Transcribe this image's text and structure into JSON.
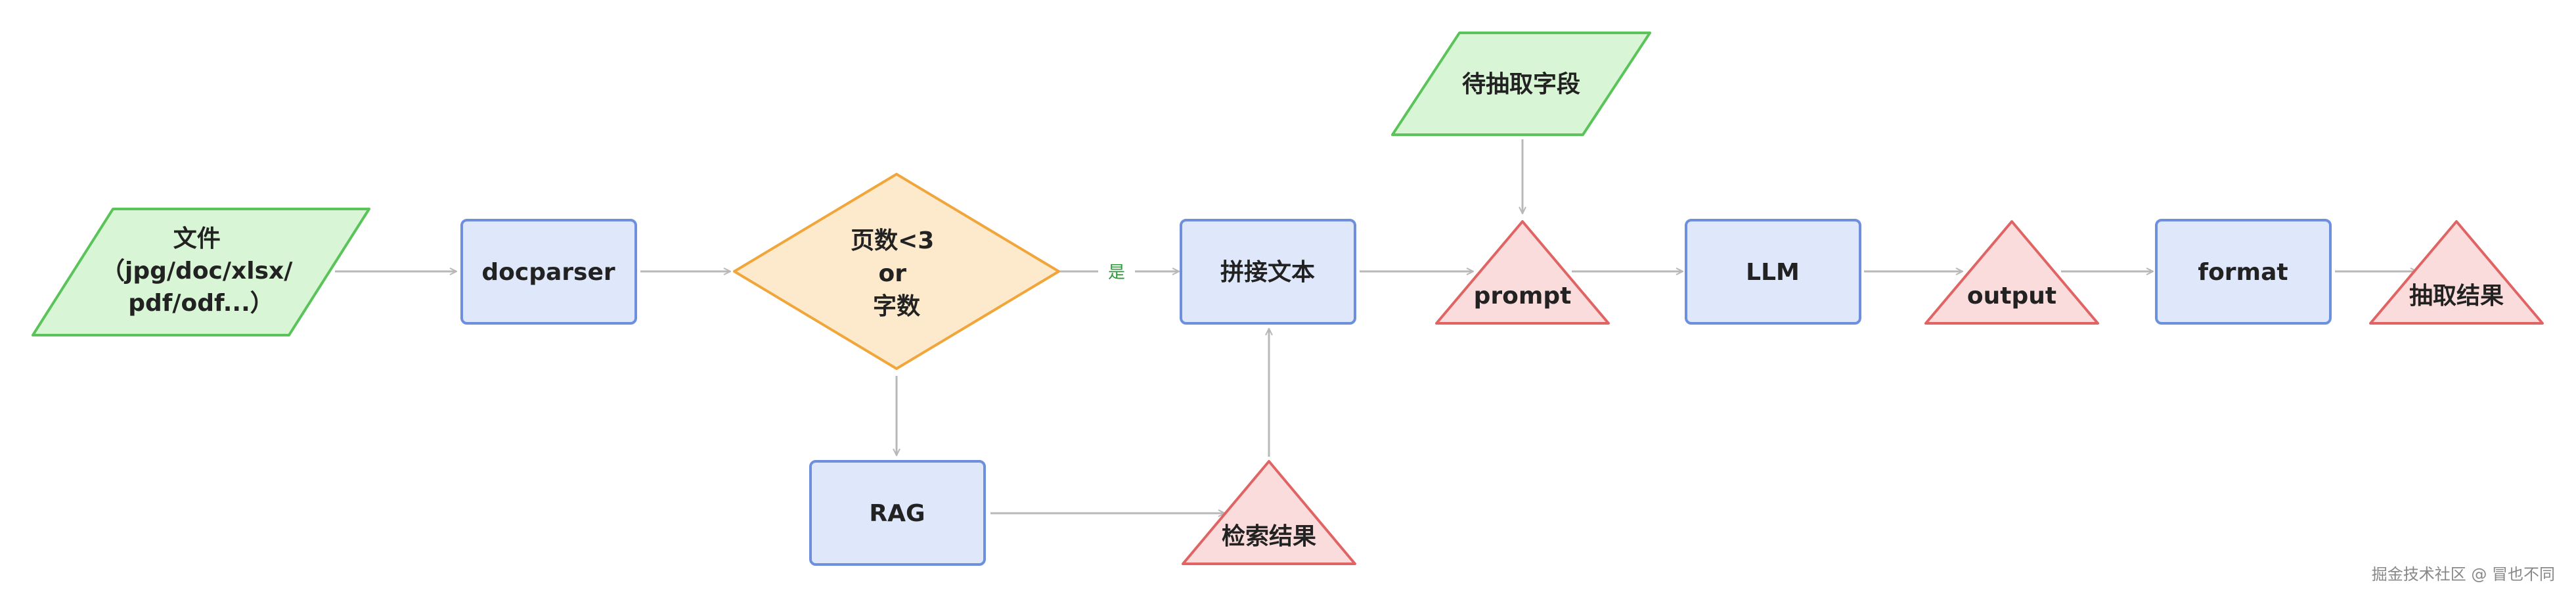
{
  "diagram": {
    "nodes": {
      "file": {
        "lines": [
          "文件",
          "（jpg/doc/xlsx/",
          "pdf/odf...）"
        ],
        "shape": "parallelogram"
      },
      "docparser": {
        "label": "docparser",
        "shape": "rect"
      },
      "decision": {
        "lines": [
          "页数<3",
          "or",
          "字数"
        ],
        "shape": "diamond"
      },
      "concat": {
        "label": "拼接文本",
        "shape": "rect"
      },
      "fields": {
        "label": "待抽取字段",
        "shape": "parallelogram"
      },
      "prompt": {
        "label": "prompt",
        "shape": "triangle"
      },
      "llm": {
        "label": "LLM",
        "shape": "rect"
      },
      "output": {
        "label": "output",
        "shape": "triangle"
      },
      "format": {
        "label": "format",
        "shape": "rect"
      },
      "result": {
        "label": "抽取结果",
        "shape": "triangle"
      },
      "rag": {
        "label": "RAG",
        "shape": "rect"
      },
      "search_result": {
        "label": "检索结果",
        "shape": "triangle"
      }
    },
    "edges": {
      "yes_label": "是"
    }
  },
  "footer": {
    "watermark": "掘金技术社区 @ 冒也不同"
  },
  "colors": {
    "green_fill": "#d8f5d6",
    "green_stroke": "#5ac45a",
    "blue_fill": "#dfe8fb",
    "blue_stroke": "#6e8fdc",
    "orange_fill": "#fde9cc",
    "orange_stroke": "#f0a63a",
    "red_fill": "#fbdcdc",
    "red_stroke": "#e06464",
    "edge": "#b8b8b8"
  }
}
